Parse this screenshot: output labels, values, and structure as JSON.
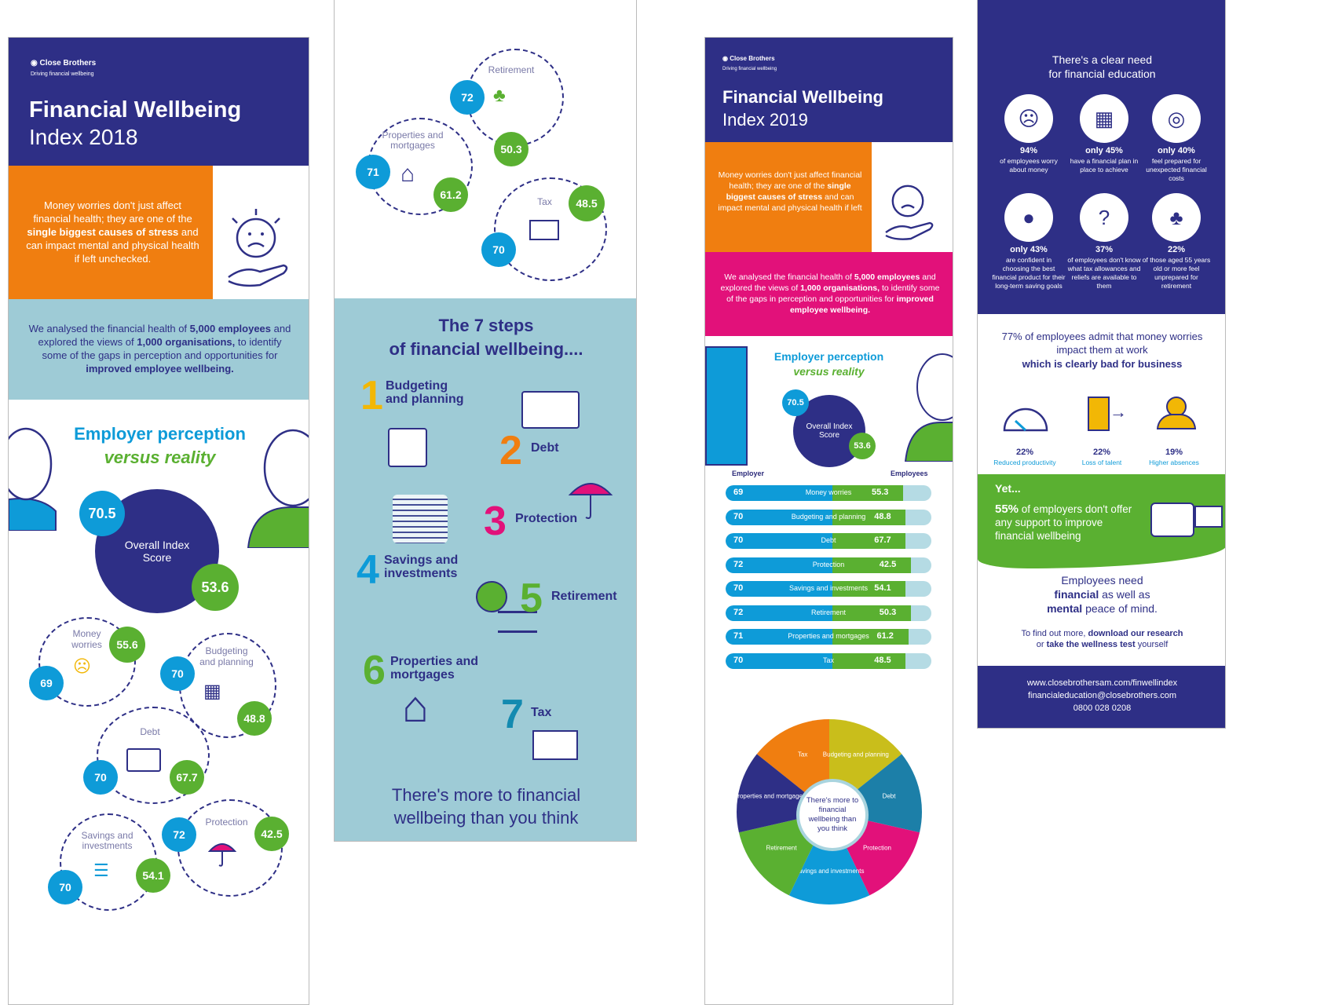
{
  "panel1": {
    "brand": "Close Brothers",
    "tagline": "Driving financial wellbeing",
    "title_line1": "Financial Wellbeing",
    "title_line2": "Index 2018",
    "intro_a": "Money worries don't just affect financial health; they are one of the",
    "intro_b": "single biggest causes of stress",
    "intro_c": "and can impact mental and physical health if left unchecked.",
    "analysis_a": "We analysed the financial health of",
    "analysis_b": "5,000 employees",
    "analysis_c": "and explored the views of",
    "analysis_d": "1,000 organisations,",
    "analysis_e": "to identify some of the gaps in perception and opportunities for",
    "analysis_f": "improved employee wellbeing.",
    "perception_title": "Employer perception",
    "perception_sub": "versus reality",
    "overall_employer": "70.5",
    "overall_label": "Overall Index Score",
    "overall_employee": "53.6",
    "categories": [
      {
        "label": "Money worries",
        "employer": "69",
        "employee": "55.6"
      },
      {
        "label": "Budgeting and planning",
        "employer": "70",
        "employee": "48.8"
      },
      {
        "label": "Debt",
        "employer": "70",
        "employee": "67.7"
      },
      {
        "label": "Savings and investments",
        "employer": "70",
        "employee": "54.1"
      },
      {
        "label": "Protection",
        "employer": "72",
        "employee": "42.5"
      }
    ]
  },
  "panel2": {
    "top": [
      {
        "label": "Retirement",
        "employer": "72",
        "employee": "50.3"
      },
      {
        "label": "Properties and mortgages",
        "employer": "71",
        "employee": "61.2"
      },
      {
        "label": "Tax",
        "employer": "70",
        "employee": "48.5"
      }
    ],
    "steps_title_1": "The 7 steps",
    "steps_title_2": "of financial wellbeing....",
    "steps": [
      {
        "num": "1",
        "label": "Budgeting and planning"
      },
      {
        "num": "2",
        "label": "Debt"
      },
      {
        "num": "3",
        "label": "Protection"
      },
      {
        "num": "4",
        "label": "Savings and investments"
      },
      {
        "num": "5",
        "label": "Retirement"
      },
      {
        "num": "6",
        "label": "Properties and mortgages"
      },
      {
        "num": "7",
        "label": "Tax"
      }
    ],
    "footer": "There's more to financial wellbeing than you think"
  },
  "panel3": {
    "brand": "Close Brothers",
    "tagline": "Driving financial wellbeing",
    "title_line1": "Financial Wellbeing",
    "title_line2": "Index 2019",
    "intro_a": "Money worries don't just affect financial health; they are one of the",
    "intro_b": "single biggest causes of stress",
    "intro_c": "and can impact mental and physical health if left",
    "analysis_a": "We analysed the financial health of",
    "analysis_b": "5,000 employees",
    "analysis_c": "and explored the views of",
    "analysis_d": "1,000 organisations,",
    "analysis_e": "to identify some of the gaps in perception and opportunities for",
    "analysis_f": "improved employee wellbeing.",
    "perception_title": "Employer perception",
    "perception_sub": "versus reality",
    "overall_employer": "70.5",
    "overall_label": "Overall Index Score",
    "overall_employee": "53.6",
    "col_employer": "Employer",
    "col_employees": "Employees",
    "wheel_center": "There's more to financial wellbeing than you think",
    "wheel": [
      "Tax",
      "Budgeting and planning",
      "Debt",
      "Protection",
      "Savings and investments",
      "Retirement",
      "Properties and mortgages"
    ]
  },
  "chart_data": {
    "type": "bar",
    "categories": [
      "Money worries",
      "Budgeting and planning",
      "Debt",
      "Protection",
      "Savings and investments",
      "Retirement",
      "Properties and mortgages",
      "Tax"
    ],
    "series": [
      {
        "name": "Employer",
        "values": [
          69,
          70,
          70,
          72,
          70,
          72,
          71,
          70
        ]
      },
      {
        "name": "Employees",
        "values": [
          55.3,
          48.8,
          67.7,
          42.5,
          54.1,
          50.3,
          61.2,
          48.5
        ]
      }
    ],
    "xlim": [
      0,
      100
    ]
  },
  "panel4": {
    "need_title_1": "There's a clear need",
    "need_title_2": "for financial education",
    "stats": [
      {
        "pct": "94%",
        "text": "of employees worry about money"
      },
      {
        "pct": "only 45%",
        "text": "have a financial plan in place to achieve"
      },
      {
        "pct": "only 40%",
        "text": "feel prepared for unexpected financial costs"
      },
      {
        "pct": "only 43%",
        "text": "are confident in choosing the best financial product for their long-term saving goals"
      },
      {
        "pct": "37%",
        "text": "of employees don't know what tax allowances and reliefs are available to them"
      },
      {
        "pct": "22%",
        "text": "of those aged 55 years old or more feel unprepared for retirement"
      }
    ],
    "work_a": "77% of employees admit that money worries impact them at work",
    "work_b": "which is clearly bad for business",
    "impacts": [
      {
        "pct": "22%",
        "label": "Reduced productivity"
      },
      {
        "pct": "22%",
        "label": "Loss of talent"
      },
      {
        "pct": "19%",
        "label": "Higher absences"
      }
    ],
    "yet": "Yet...",
    "support_pct": "55%",
    "support_text": "of employers don't offer any support to improve financial wellbeing",
    "need_a": "Employees need",
    "need_b": "financial",
    "need_c": "as well as",
    "need_d": "mental",
    "need_e": "peace of mind.",
    "cta_a": "To find out more,",
    "cta_b": "download our research",
    "cta_c": "or",
    "cta_d": "take the wellness test",
    "cta_e": "yourself",
    "url": "www.closebrothersam.com/finwellindex",
    "email": "financialeducation@closebrothers.com",
    "phone": "0800 028 0208"
  },
  "colors": {
    "navy": "#2e2f86",
    "orange": "#f07e10",
    "blue": "#0e9bd8",
    "green": "#5ab031",
    "teal": "#9ecbd6",
    "pink": "#e2117a"
  }
}
